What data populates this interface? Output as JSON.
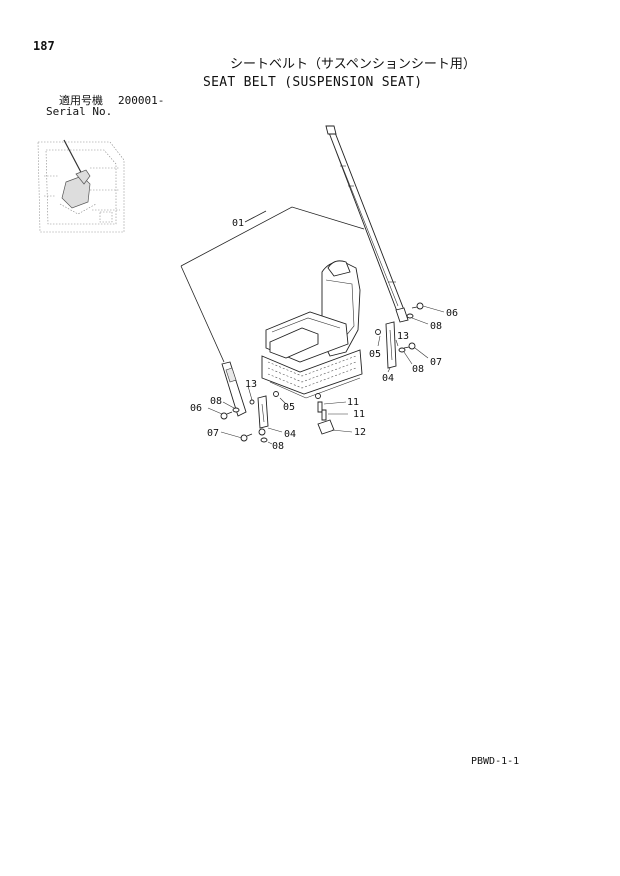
{
  "header": {
    "page_number": "187",
    "title_jp": "シートベルト（サスペンションシート用）",
    "title_en": "SEAT BELT (SUSPENSION SEAT)",
    "serial_label_jp": "適用号機",
    "serial_range": "200001-",
    "serial_label_en": "Serial No."
  },
  "callouts": {
    "c01": "01",
    "c04a": "04",
    "c04b": "04",
    "c05a": "05",
    "c05b": "05",
    "c06a": "06",
    "c06b": "06",
    "c07a": "07",
    "c07b": "07",
    "c08a": "08",
    "c08b": "08",
    "c08c": "08",
    "c08d": "08",
    "c11a": "11",
    "c11b": "11",
    "c12": "12",
    "c13a": "13",
    "c13b": "13"
  },
  "footer": {
    "code": "PBWD-1-1"
  }
}
